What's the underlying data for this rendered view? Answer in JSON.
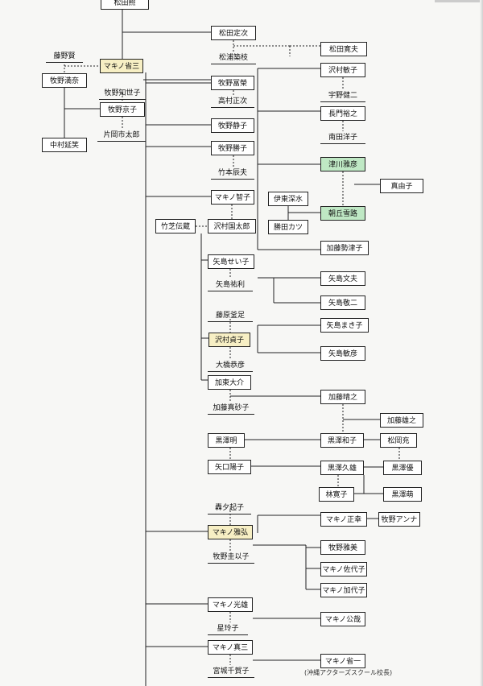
{
  "nodes": [
    {
      "id": "n1",
      "label": "松田照"
    },
    {
      "id": "n2",
      "label": "松田定次"
    },
    {
      "id": "n3",
      "label": "松浦築枝"
    },
    {
      "id": "n4",
      "label": "松田寛夫"
    },
    {
      "id": "n5",
      "label": "藤野賢"
    },
    {
      "id": "n6",
      "label": "マキノ省三"
    },
    {
      "id": "n7",
      "label": "牧野満奈"
    },
    {
      "id": "n8",
      "label": "牧野知世子"
    },
    {
      "id": "n9",
      "label": "牧野京子"
    },
    {
      "id": "n10",
      "label": "片岡市太郎"
    },
    {
      "id": "n11",
      "label": "中村延笑"
    },
    {
      "id": "n12",
      "label": "沢村敏子"
    },
    {
      "id": "n13",
      "label": "宇野健二"
    },
    {
      "id": "n14",
      "label": "牧野冨榮"
    },
    {
      "id": "n15",
      "label": "高村正次"
    },
    {
      "id": "n16",
      "label": "長門裕之"
    },
    {
      "id": "n17",
      "label": "南田洋子"
    },
    {
      "id": "n18",
      "label": "牧野静子"
    },
    {
      "id": "n19",
      "label": "牧野勝子"
    },
    {
      "id": "n20",
      "label": "竹本辰夫"
    },
    {
      "id": "n21",
      "label": "津川雅彦"
    },
    {
      "id": "n22",
      "label": "真由子"
    },
    {
      "id": "n23",
      "label": "伊東深水"
    },
    {
      "id": "n24",
      "label": "マキノ智子"
    },
    {
      "id": "n25",
      "label": "朝丘雪路"
    },
    {
      "id": "n26",
      "label": "勝田カツ"
    },
    {
      "id": "n27",
      "label": "竹芝伝蔵"
    },
    {
      "id": "n28",
      "label": "沢村国太郎"
    },
    {
      "id": "n29",
      "label": "加藤勢津子"
    },
    {
      "id": "n30",
      "label": "矢島せい子"
    },
    {
      "id": "n31",
      "label": "矢島文夫"
    },
    {
      "id": "n32",
      "label": "矢島祐利"
    },
    {
      "id": "n33",
      "label": "矢島敬二"
    },
    {
      "id": "n34",
      "label": "藤原釜足"
    },
    {
      "id": "n35",
      "label": "矢島まき子"
    },
    {
      "id": "n36",
      "label": "沢村貞子"
    },
    {
      "id": "n37",
      "label": "矢島敏彦"
    },
    {
      "id": "n38",
      "label": "大橋恭彦"
    },
    {
      "id": "n39",
      "label": "加東大介"
    },
    {
      "id": "n40",
      "label": "加藤晴之"
    },
    {
      "id": "n41",
      "label": "加藤真砂子"
    },
    {
      "id": "n42",
      "label": "加藤雄之"
    },
    {
      "id": "n43",
      "label": "黒澤明"
    },
    {
      "id": "n44",
      "label": "黒澤和子"
    },
    {
      "id": "n45",
      "label": "松岡充"
    },
    {
      "id": "n46",
      "label": "矢口陽子"
    },
    {
      "id": "n47",
      "label": "黒澤久雄"
    },
    {
      "id": "n48",
      "label": "黒澤優"
    },
    {
      "id": "n49",
      "label": "林寛子"
    },
    {
      "id": "n50",
      "label": "黒澤萌"
    },
    {
      "id": "n51",
      "label": "轟夕起子"
    },
    {
      "id": "n52",
      "label": "マキノ正幸"
    },
    {
      "id": "n53",
      "label": "牧野アンナ"
    },
    {
      "id": "n54",
      "label": "マキノ雅弘"
    },
    {
      "id": "n55",
      "label": "牧野雅美"
    },
    {
      "id": "n56",
      "label": "牧野圭以子"
    },
    {
      "id": "n57",
      "label": "マキノ佐代子"
    },
    {
      "id": "n58",
      "label": "マキノ加代子"
    },
    {
      "id": "n59",
      "label": "マキノ光雄"
    },
    {
      "id": "n60",
      "label": "マキノ公哉"
    },
    {
      "id": "n61",
      "label": "星玲子"
    },
    {
      "id": "n62",
      "label": "マキノ真三"
    },
    {
      "id": "n63",
      "label": "マキノ省一"
    },
    {
      "id": "n64",
      "label": "宮城千賀子"
    }
  ],
  "note": "(沖縄アクターズスクール校長)"
}
